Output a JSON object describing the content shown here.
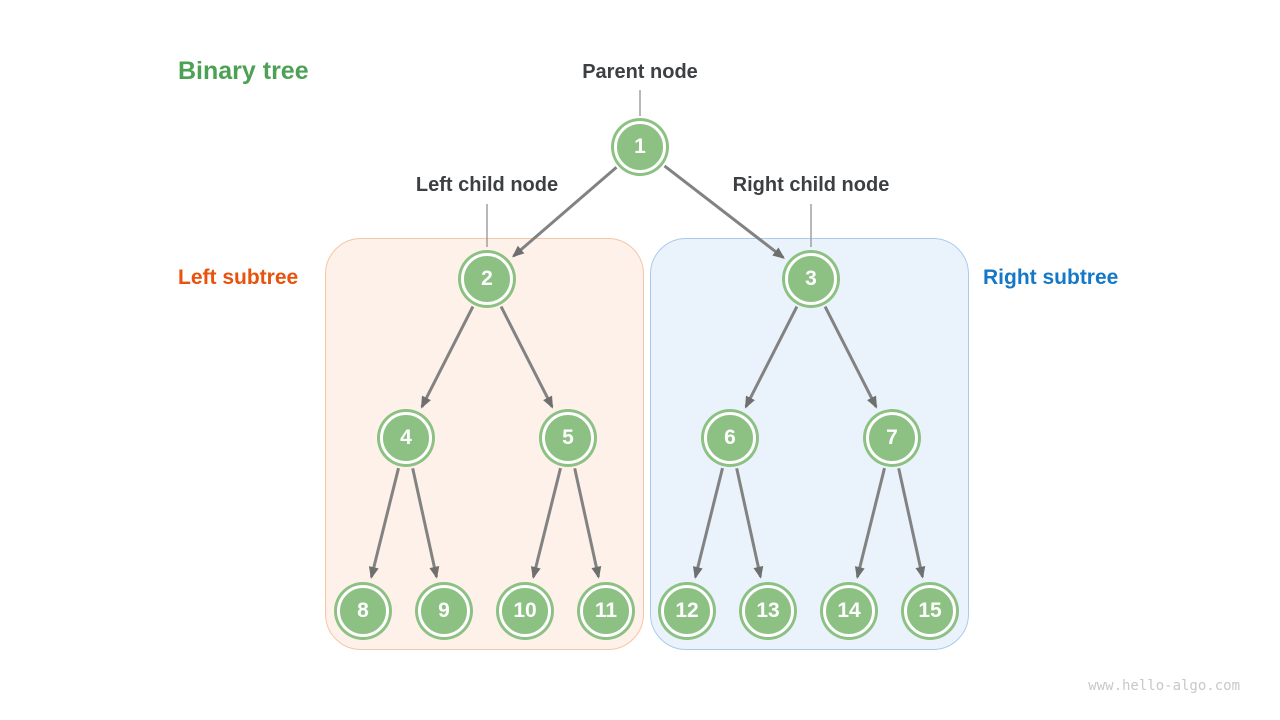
{
  "title": {
    "text": "Binary tree"
  },
  "labels": {
    "parent_node": "Parent node",
    "left_child_node": "Left child node",
    "right_child_node": "Right child node",
    "left_subtree": "Left subtree",
    "right_subtree": "Right subtree"
  },
  "watermark": "www.hello-algo.com",
  "colors": {
    "title_green": "#4CA154",
    "dark_text": "#3C4043",
    "left_subtree_color": "#E8520D",
    "right_subtree_color": "#1478C8",
    "node_green": "#8DC183",
    "edge_gray": "#828282",
    "arrowhead_gray": "#6F6F6F",
    "connector_gray": "#999999",
    "box_left_bg": "#FDF1EA",
    "box_left_border": "#F5C5A3",
    "box_right_bg": "#EAF3FB",
    "box_right_border": "#A9CBEA",
    "watermark_gray": "#C8C8C8"
  },
  "tree": {
    "nodes": [
      {
        "id": 1,
        "value": "1"
      },
      {
        "id": 2,
        "value": "2"
      },
      {
        "id": 3,
        "value": "3"
      },
      {
        "id": 4,
        "value": "4"
      },
      {
        "id": 5,
        "value": "5"
      },
      {
        "id": 6,
        "value": "6"
      },
      {
        "id": 7,
        "value": "7"
      },
      {
        "id": 8,
        "value": "8"
      },
      {
        "id": 9,
        "value": "9"
      },
      {
        "id": 10,
        "value": "10"
      },
      {
        "id": 11,
        "value": "11"
      },
      {
        "id": 12,
        "value": "12"
      },
      {
        "id": 13,
        "value": "13"
      },
      {
        "id": 14,
        "value": "14"
      },
      {
        "id": 15,
        "value": "15"
      }
    ],
    "edges": [
      [
        1,
        2
      ],
      [
        1,
        3
      ],
      [
        2,
        4
      ],
      [
        2,
        5
      ],
      [
        3,
        6
      ],
      [
        3,
        7
      ],
      [
        4,
        8
      ],
      [
        4,
        9
      ],
      [
        5,
        10
      ],
      [
        5,
        11
      ],
      [
        6,
        12
      ],
      [
        6,
        13
      ],
      [
        7,
        14
      ],
      [
        7,
        15
      ]
    ]
  }
}
